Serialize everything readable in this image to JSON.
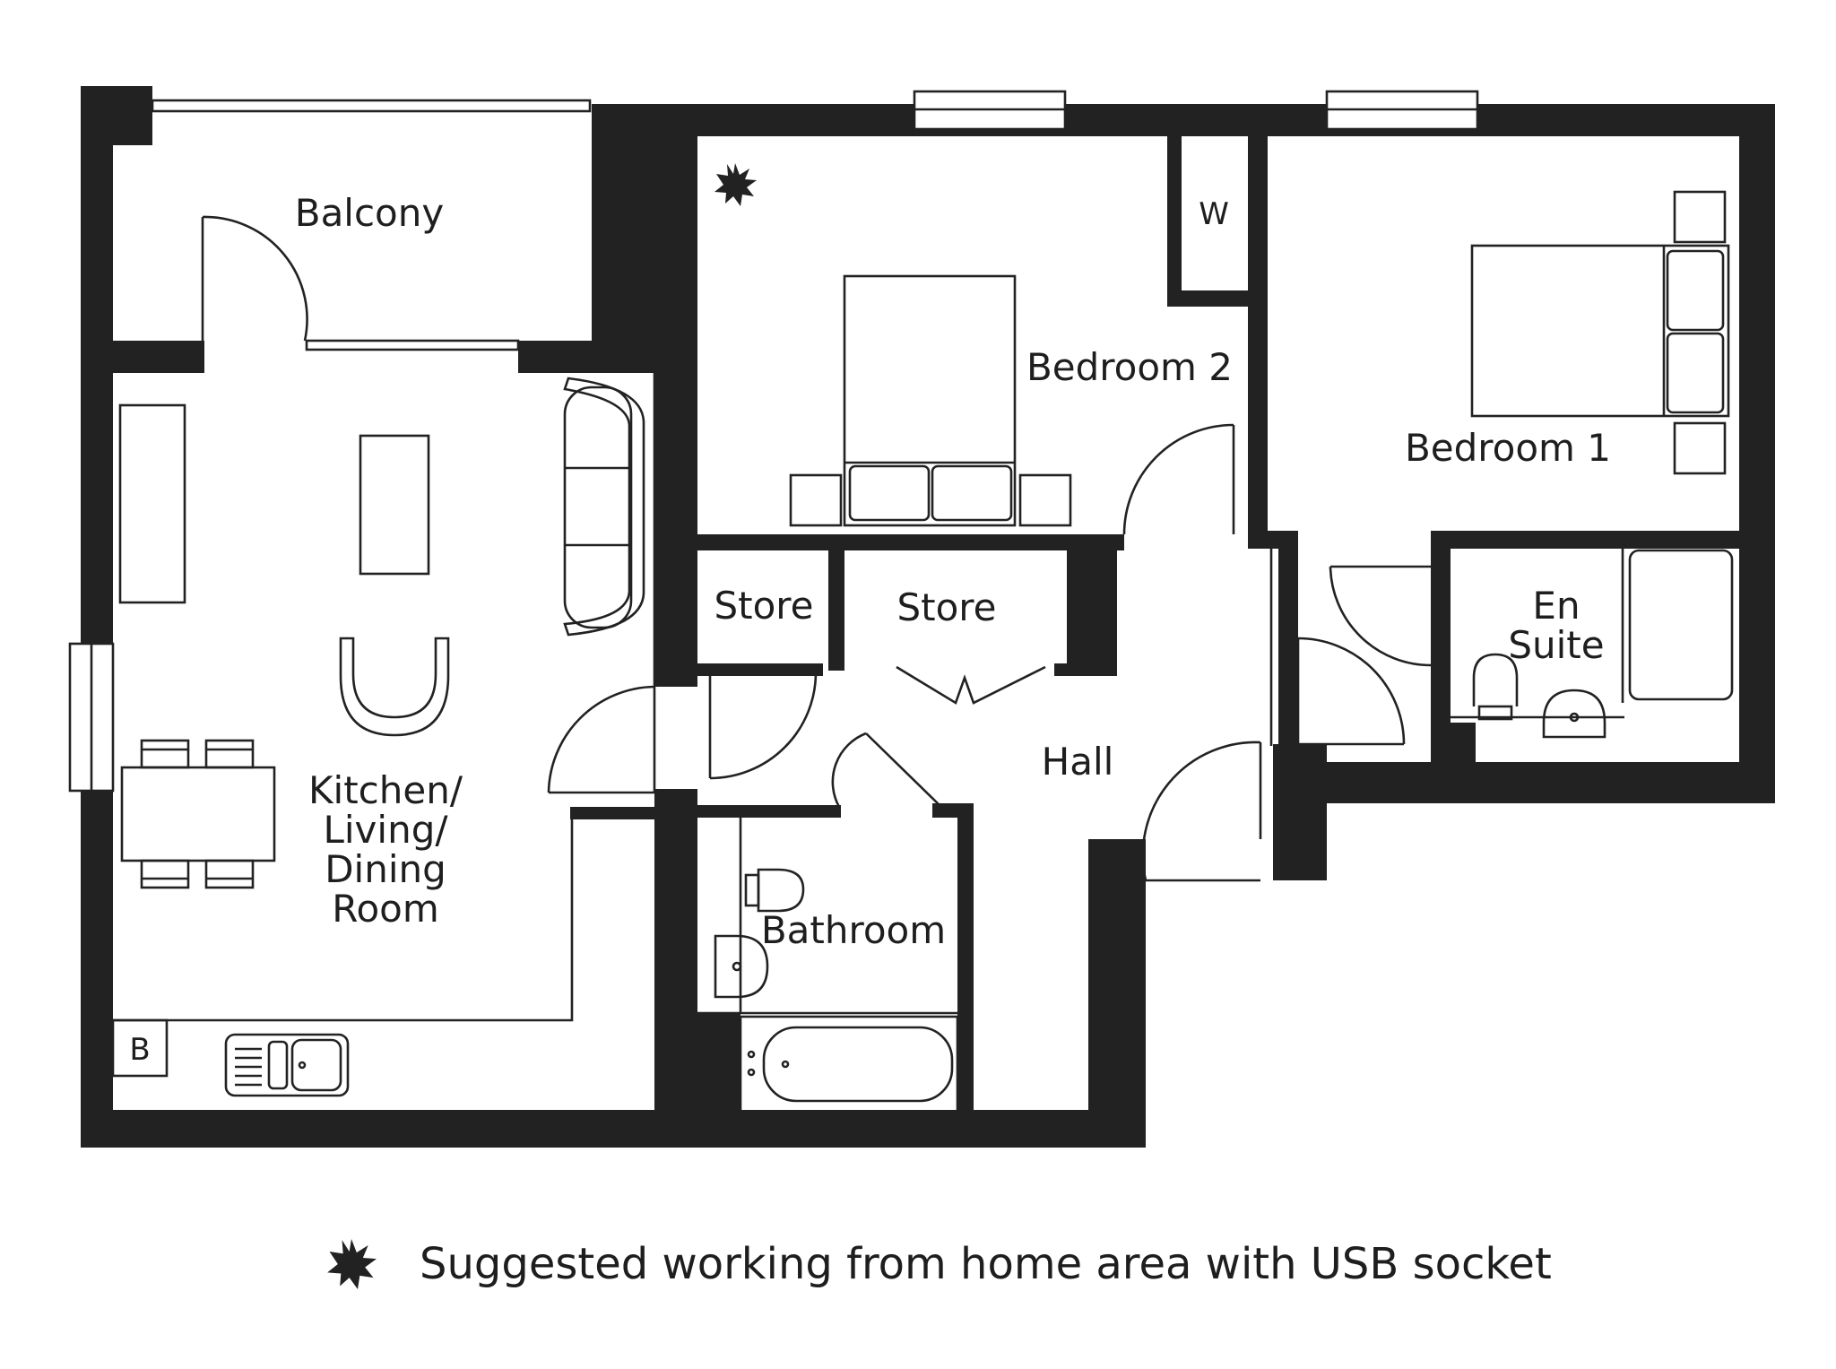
{
  "rooms": {
    "balcony": "Balcony",
    "bedroom2": "Bedroom 2",
    "bedroom1": "Bedroom 1",
    "wardrobe": "W",
    "store_left": "Store",
    "store_right": "Store",
    "en_suite": [
      "En",
      "Suite"
    ],
    "kitchen": [
      "Kitchen/",
      "Living/",
      "Dining",
      "Room"
    ],
    "hall": "Hall",
    "bathroom": "Bathroom",
    "boiler": "B"
  },
  "legend": {
    "text": "Suggested working from home area with USB socket",
    "icon": "starburst-icon"
  },
  "colors": {
    "wall": "#222222",
    "background": "#ffffff"
  }
}
